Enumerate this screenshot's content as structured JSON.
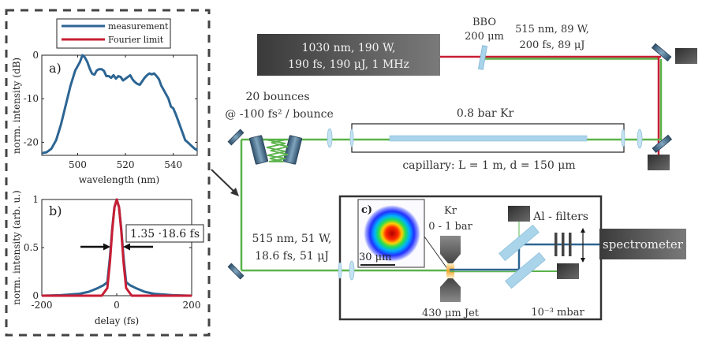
{
  "chart_data": [
    {
      "type": "line",
      "panel_label": "a)",
      "xlabel": "wavelength (nm)",
      "ylabel": "norm. intensity (dB)",
      "xlim": [
        485,
        550
      ],
      "ylim": [
        -23,
        0
      ],
      "xticks": [
        500,
        520,
        540
      ],
      "yticks": [
        0,
        -10,
        -20
      ],
      "grid": false,
      "series": [
        {
          "name": "measurement",
          "color": "#2c6593",
          "x": [
            485,
            487,
            489,
            491,
            493,
            495,
            497,
            499,
            500,
            501,
            502,
            503,
            504,
            505,
            506,
            507,
            508,
            509,
            510,
            511,
            512,
            513,
            514,
            515,
            516,
            517,
            518,
            519,
            520,
            521,
            522,
            523,
            524,
            525,
            526,
            527,
            528,
            529,
            530,
            531,
            532,
            533,
            534,
            535,
            536,
            537,
            538,
            539,
            540,
            541,
            542,
            543,
            544,
            545,
            546,
            547,
            548,
            549,
            550
          ],
          "y": [
            -22.5,
            -22.3,
            -21.5,
            -19.5,
            -16,
            -11.5,
            -7,
            -3.5,
            -2.5,
            -1.5,
            0,
            -0.5,
            -1.5,
            -3,
            -4.2,
            -4.5,
            -3.5,
            -3.2,
            -3.2,
            -3.6,
            -4.8,
            -4.8,
            -5.2,
            -4.6,
            -5.4,
            -4.8,
            -5.0,
            -5.8,
            -5.4,
            -5.0,
            -4.6,
            -5.6,
            -6.2,
            -6.6,
            -6.8,
            -6.0,
            -5.2,
            -4.6,
            -4.2,
            -4.4,
            -4.2,
            -4.8,
            -5.5,
            -7,
            -8,
            -9,
            -10,
            -11.8,
            -12.2,
            -13.5,
            -15,
            -16.5,
            -18,
            -19.5,
            -20,
            -20.5,
            -21,
            -21.5,
            -21.8
          ]
        },
        {
          "name": "Fourier limit",
          "color": "#c81e35",
          "x": [],
          "y": []
        }
      ],
      "legend": {
        "placement": "top",
        "entries": [
          "measurement",
          "Fourier limit"
        ]
      }
    },
    {
      "type": "line",
      "panel_label": "b)",
      "xlabel": "delay (fs)",
      "ylabel": "norm. intensity (arb. u.)",
      "xlim": [
        -200,
        200
      ],
      "ylim": [
        0,
        1
      ],
      "xticks": [
        -200,
        0,
        200
      ],
      "yticks": [
        0,
        0.5,
        1
      ],
      "grid": false,
      "annotation": "1.35 ·18.6 fs",
      "series": [
        {
          "name": "measurement",
          "color": "#2c6593",
          "x": [
            -200,
            -150,
            -100,
            -75,
            -50,
            -35,
            -25,
            -18,
            -12,
            -6,
            0,
            6,
            12,
            18,
            25,
            35,
            50,
            75,
            100,
            150,
            200
          ],
          "y": [
            0.0,
            0.005,
            0.02,
            0.04,
            0.08,
            0.11,
            0.14,
            0.4,
            0.7,
            0.92,
            1.0,
            0.92,
            0.7,
            0.4,
            0.14,
            0.11,
            0.08,
            0.04,
            0.02,
            0.005,
            0.0
          ]
        },
        {
          "name": "Fourier limit",
          "color": "#c81e35",
          "x": [
            -200,
            -60,
            -40,
            -25,
            -18,
            -12,
            -6,
            0,
            6,
            12,
            18,
            25,
            40,
            60,
            200
          ],
          "y": [
            0.0,
            0.0,
            0.0,
            0.08,
            0.35,
            0.68,
            0.92,
            1.0,
            0.92,
            0.68,
            0.35,
            0.08,
            0.0,
            0.0,
            0.0
          ]
        }
      ]
    }
  ],
  "legend": {
    "measurement": "measurement",
    "fourier_limit": "Fourier limit"
  },
  "setup": {
    "laser_line1": "1030 nm, 190 W,",
    "laser_line2": "190 fs, 190 μJ, 1 MHz",
    "bbo_line1": "BBO",
    "bbo_line2": "200 μm",
    "shg_line1": "515 nm, 89 W,",
    "shg_line2": "200 fs, 89 μJ",
    "chirped_line1": "20 bounces",
    "chirped_line2": "@ -100 fs² / bounce",
    "gas_label": "0.8 bar Kr",
    "capillary_label": "capillary: L = 1 m, d = 150 μm",
    "compressed_line1": "515 nm, 51 W,",
    "compressed_line2": "18.6 fs, 51 μJ",
    "panel_c_label": "c)",
    "scale_bar_label": "30 μm",
    "jet_gas_line1": "Kr",
    "jet_gas_line2": "0 - 1 bar",
    "jet_label": "430 μm Jet",
    "filters_label": "Al - filters",
    "pressure_label": "10⁻³ mbar",
    "spectrometer_label": "spectrometer"
  },
  "colors": {
    "fundamental_beam": "#c81e35",
    "green_beam": "#5ab34a",
    "xuv_beam": "#2c6593",
    "optics": "#a9d4ea"
  }
}
